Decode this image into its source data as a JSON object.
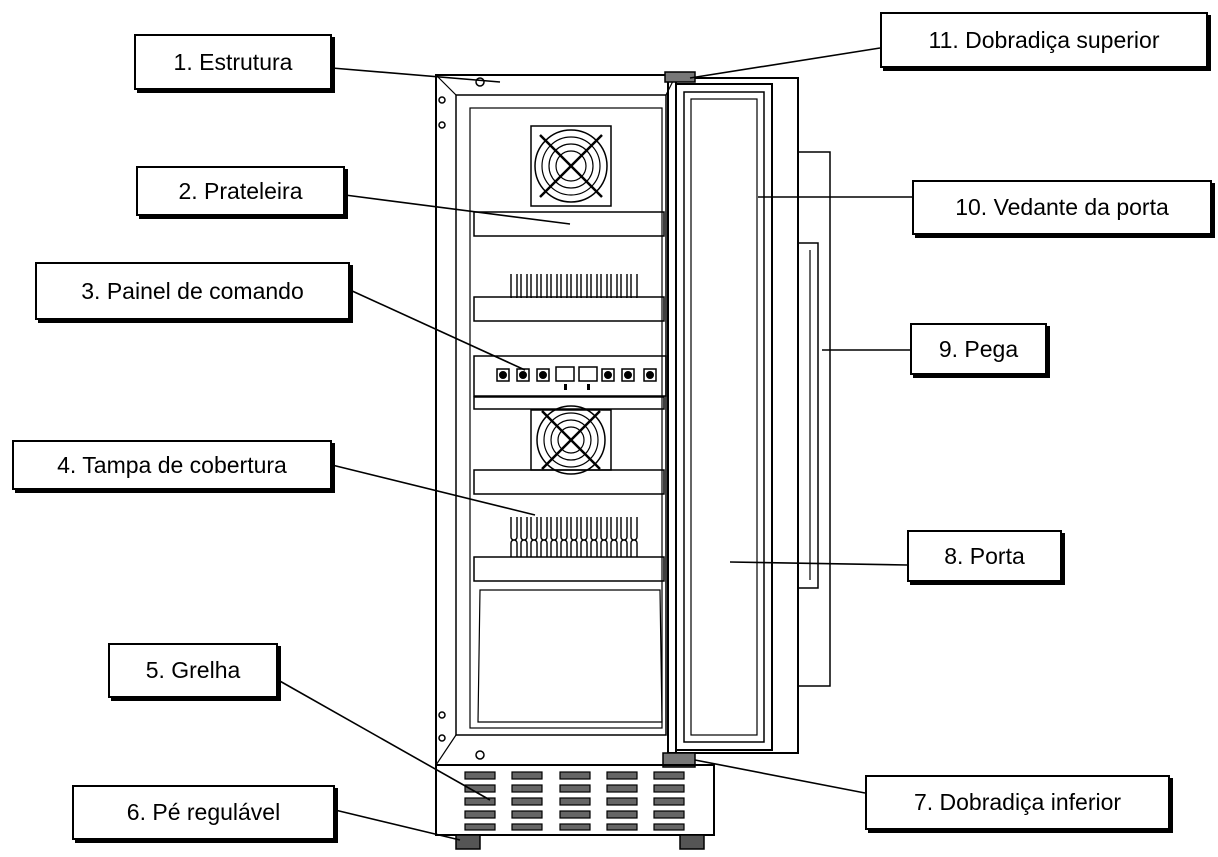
{
  "labels": {
    "l1": "1. Estrutura",
    "l2": "2. Prateleira",
    "l3": "3. Painel de comando",
    "l4": "4. Tampa de cobertura",
    "l5": "5. Grelha",
    "l6": "6. Pé regulável",
    "l7": "7. Dobradiça inferior",
    "l8": "8. Porta",
    "l9": "9. Pega",
    "l10": "10. Vedante da porta",
    "l11": "11. Dobradiça superior"
  }
}
